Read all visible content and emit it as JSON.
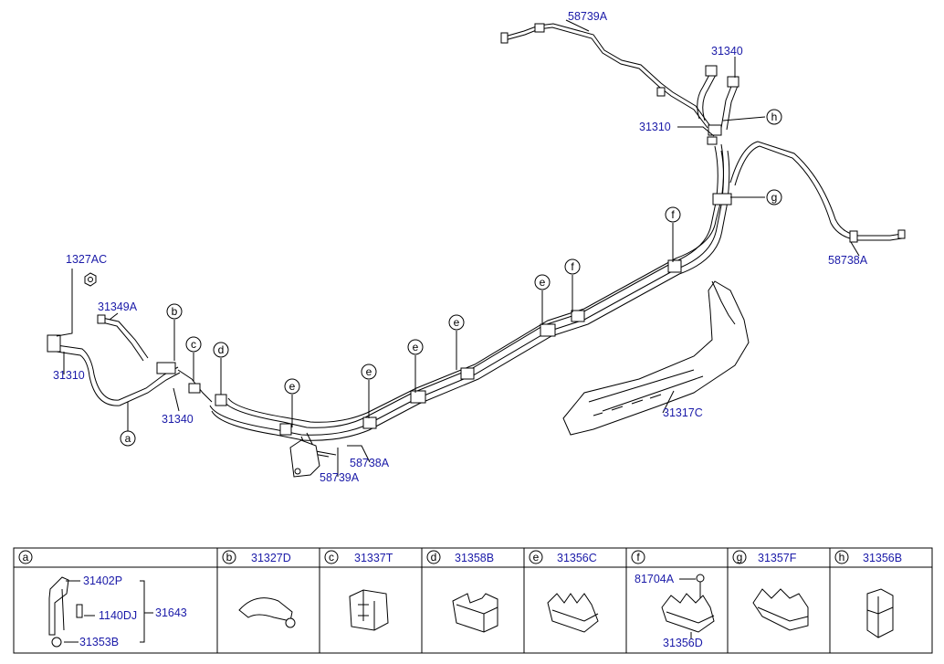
{
  "labels": {
    "p58739A_top": "58739A",
    "p31340_top": "31340",
    "p31310_top": "31310",
    "p58738A_right": "58738A",
    "p1327AC": "1327AC",
    "p31349A": "31349A",
    "p31310_left": "31310",
    "p31340_left": "31340",
    "p58738A_bottom": "58738A",
    "p58739A_bottom": "58739A",
    "p31317C": "31317C"
  },
  "callouts": {
    "a": "a",
    "b": "b",
    "c": "c",
    "d": "d",
    "e": "e",
    "f": "f",
    "g": "g",
    "h": "h"
  },
  "table": {
    "cells": [
      {
        "key": "a",
        "part": ""
      },
      {
        "key": "b",
        "part": "31327D"
      },
      {
        "key": "c",
        "part": "31337T"
      },
      {
        "key": "d",
        "part": "31358B"
      },
      {
        "key": "e",
        "part": "31356C"
      },
      {
        "key": "f",
        "part": ""
      },
      {
        "key": "g",
        "part": "31357F"
      },
      {
        "key": "h",
        "part": "31356B"
      }
    ],
    "a_parts": {
      "p1": "31402P",
      "p2": "1140DJ",
      "p3": "31643",
      "p4": "31353B"
    },
    "f_parts": {
      "p1": "81704A",
      "p2": "31356D"
    }
  }
}
